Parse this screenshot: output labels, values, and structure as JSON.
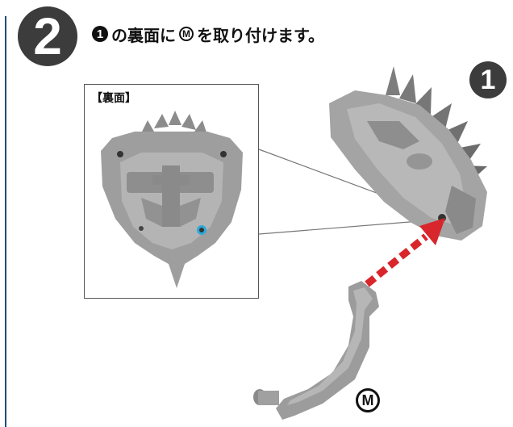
{
  "step": {
    "number": "2"
  },
  "instruction": {
    "part_ref": "1",
    "text_a": "の裏面に",
    "attach_ref": "M",
    "text_b": "を取り付けます。"
  },
  "inset": {
    "title": "【裏面】"
  },
  "labels": {
    "part_1": "1",
    "part_m": "M"
  },
  "colors": {
    "part_gray": "#9a9a9a",
    "dark_gray": "#3c3c3c",
    "arrow_red": "#d8262c",
    "hole_blue": "#2ea8d8",
    "side_rule": "#1f4e79"
  }
}
